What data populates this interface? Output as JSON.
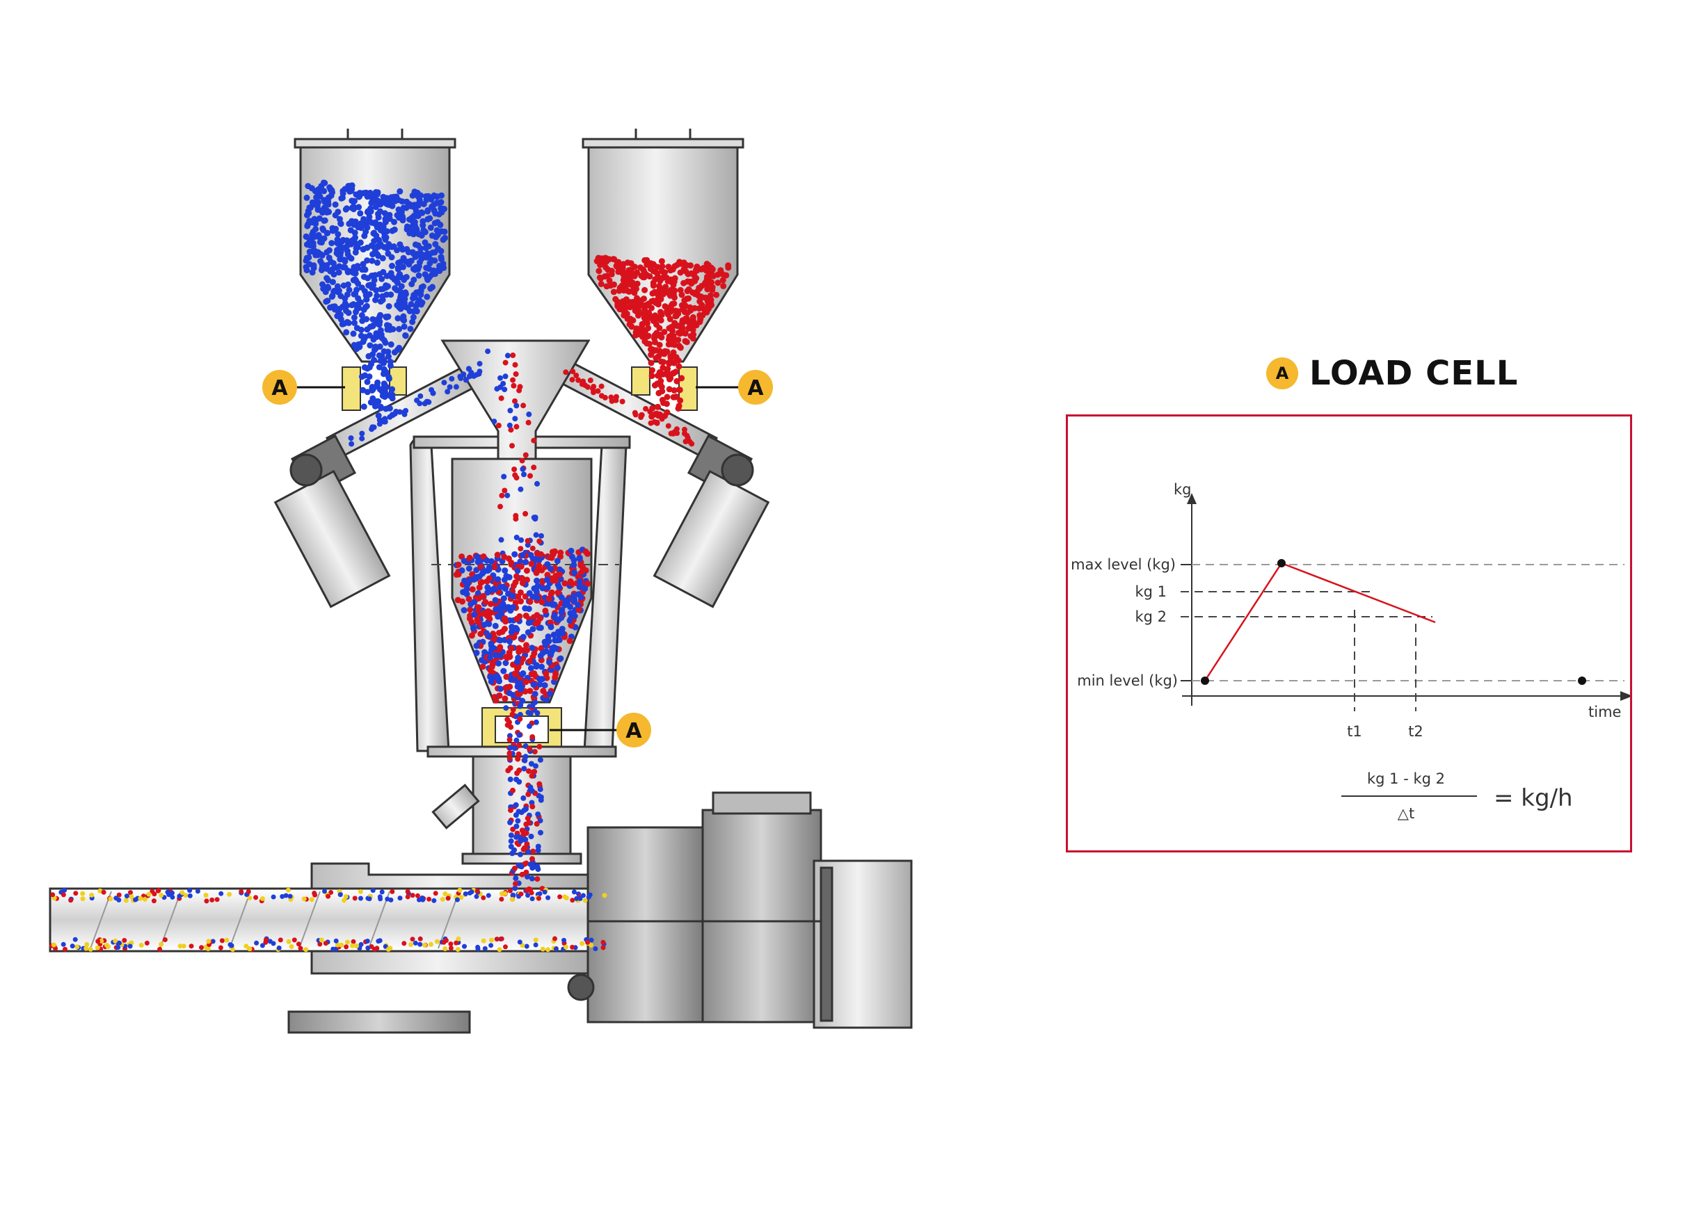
{
  "callout_letter": "A",
  "legend": {
    "letter": "A",
    "title": "LOAD CELL"
  },
  "colors": {
    "blue_pellets": "#1f3fd8",
    "red_pellets": "#d8121c",
    "yellow_pellets": "#f0d020",
    "load_cell": "#f2e37a",
    "badge": "#f5b82e",
    "frame_border": "#c8102e",
    "graph_line": "#d8121c"
  },
  "chart_data": {
    "type": "line",
    "y_axis_label": "kg",
    "x_axis_label": "time",
    "y_ticks": [
      "max level (kg)",
      "kg 1",
      "kg 2",
      "min level (kg)"
    ],
    "x_ticks": [
      "t1",
      "t2"
    ],
    "formula": {
      "numerator": "kg 1 - kg 2",
      "denominator": "△t",
      "result": "= kg/h"
    }
  }
}
